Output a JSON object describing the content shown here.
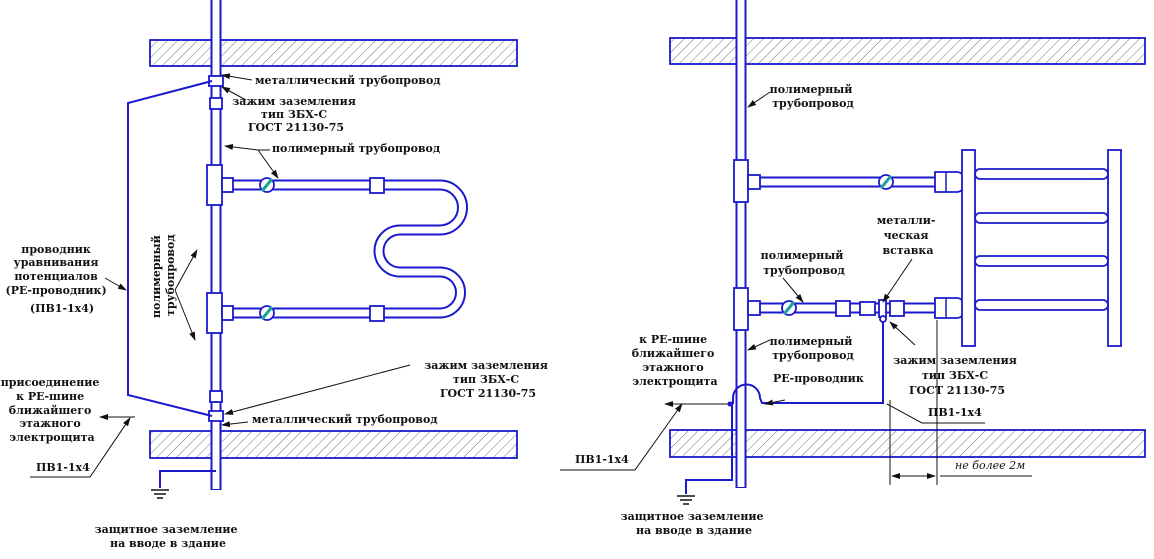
{
  "left": {
    "metal_pipe_top": "металлический трубопровод",
    "clamp_top": [
      "зажим заземления",
      "тип ЗБХ-С",
      "ГОСТ 21130-75"
    ],
    "polymer_pipe": "полимерный трубопровод",
    "polymer_pipe_vertical": [
      "полимерный",
      "трубопровод"
    ],
    "pe_conductor": [
      "проводник",
      "уравнивания",
      "потенциалов",
      "(РЕ-проводник)",
      "(ПВ1-1х4)"
    ],
    "connection": [
      "присоединение",
      "к РЕ-шине",
      "ближайшего",
      "этажного",
      "электрощита"
    ],
    "wire_type": "ПВ1-1х4",
    "clamp_bottom": [
      "зажим заземления",
      "тип ЗБХ-С",
      "ГОСТ 21130-75"
    ],
    "metal_pipe_bottom": "металлический трубопровод",
    "ground": [
      "защитное заземление",
      "на вводе в здание"
    ]
  },
  "right": {
    "polymer_pipe_top": [
      "полимерный",
      "трубопровод"
    ],
    "metal_insert": [
      "металли-",
      "ческая",
      "вставка"
    ],
    "polymer_pipe_mid": [
      "полимерный",
      "трубопровод"
    ],
    "connection": [
      "к РЕ-шине",
      "ближайшего",
      "этажного",
      "электрощита"
    ],
    "polymer_pipe_low": [
      "полимерный",
      "трубопровод"
    ],
    "pe_conductor": "РЕ-проводник",
    "clamp": [
      "зажим заземления",
      "тип ЗБХ-С",
      "ГОСТ 21130-75"
    ],
    "wire_type_right": "ПВ1-1х4",
    "wire_type_left": "ПВ1-1х4",
    "distance": "не более 2м",
    "ground": [
      "защитное заземление",
      "на вводе в здание"
    ]
  },
  "colors": {
    "pipe": "#1a1acc",
    "valve": "#1aa0a0"
  }
}
